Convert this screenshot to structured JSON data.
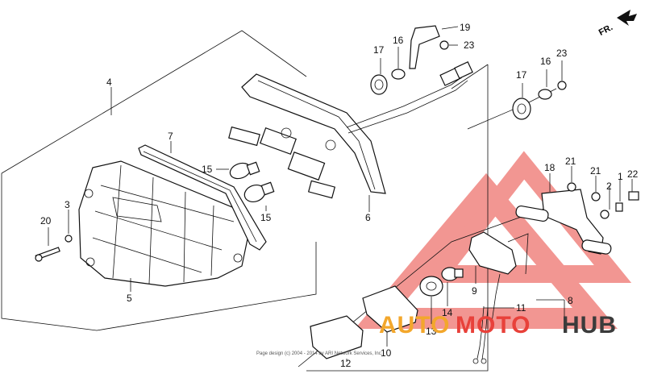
{
  "direction_label": "FR.",
  "callouts": {
    "c1": "1",
    "c2": "2",
    "c3": "3",
    "c4": "4",
    "c5": "5",
    "c6": "6",
    "c7": "7",
    "c8": "8",
    "c9": "9",
    "c10": "10",
    "c11": "11",
    "c12": "12",
    "c13": "13",
    "c14": "14",
    "c15a": "15",
    "c15b": "15",
    "c16a": "16",
    "c16b": "16",
    "c17a": "17",
    "c17b": "17",
    "c18": "18",
    "c19": "19",
    "c20": "20",
    "c21a": "21",
    "c21b": "21",
    "c22": "22",
    "c23a": "23",
    "c23b": "23"
  },
  "copyright_text": "Page design (c) 2004 - 2014 by ARI Network Services, Inc.",
  "watermark": {
    "auto": "AUTO",
    "moto": "MOTO",
    "hub": "HUB",
    "color_red": "#e8413a",
    "color_orange": "#f3a72c",
    "color_gray": "#3b3b3b"
  }
}
